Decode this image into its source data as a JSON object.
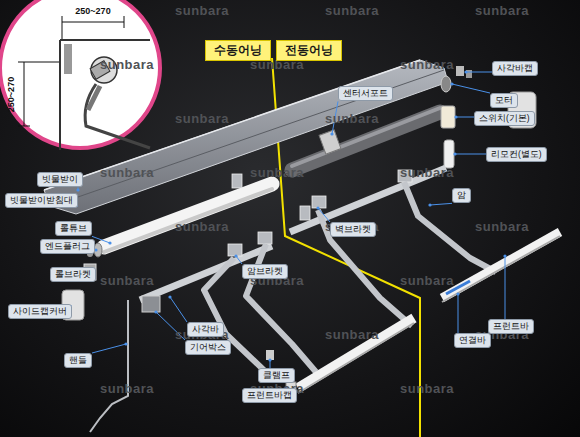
{
  "diagram": {
    "nodes": [
      {
        "text": [
          "수동어닝"
        ]
      },
      {
        "text": [
          "전동어닝"
        ]
      },
      {
        "text": [
          "사각바캡"
        ]
      },
      {
        "text": [
          "센터서포트"
        ]
      },
      {
        "text": [
          "모터"
        ]
      },
      {
        "text": [
          "스위치(기본)"
        ]
      },
      {
        "text": [
          "리모컨(별도)"
        ]
      },
      {
        "text": [
          "빗물받이"
        ]
      },
      {
        "text": [
          "빗물받이받침대"
        ]
      },
      {
        "text": [
          "롤튜브"
        ]
      },
      {
        "text": [
          "엔드플러그"
        ]
      },
      {
        "text": [
          "롤브라켓"
        ]
      },
      {
        "text": [
          "암"
        ]
      },
      {
        "text": [
          "벽브라켓"
        ]
      },
      {
        "text": [
          "암브라켓"
        ]
      },
      {
        "text": [
          "사이드캡커버"
        ]
      },
      {
        "text": [
          "사각바"
        ]
      },
      {
        "text": [
          "기어박스"
        ]
      },
      {
        "text": [
          "핸들"
        ]
      },
      {
        "text": [
          "프런트바"
        ]
      },
      {
        "text": [
          "연결바"
        ]
      },
      {
        "text": [
          "클램프"
        ]
      },
      {
        "text": [
          "프런트바캡"
        ]
      }
    ],
    "labels": [
      "250~270",
      "250~270",
      "sunbara",
      "sunbara",
      "sunbara",
      "sunbara",
      "sunbara",
      "sunbara",
      "sunbara",
      "sunbara",
      "sunbara",
      "sunbara",
      "sunbara",
      "sunbara",
      "sunbara",
      "sunbara",
      "sunbara",
      "sunbara",
      "sunbara",
      "sunbara",
      "sunbara",
      "sunbara",
      "sunbara",
      "sunbara",
      "sunbara",
      "sunbara"
    ]
  }
}
